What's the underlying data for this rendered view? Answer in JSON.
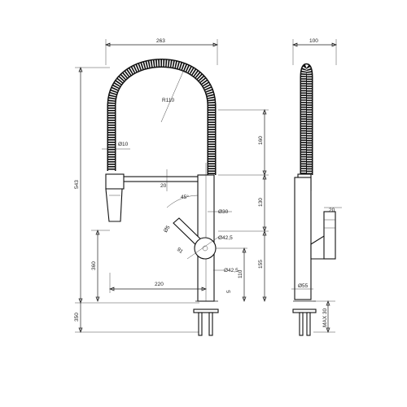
{
  "drawing": {
    "front_view": {
      "labels": {
        "width_263": "263",
        "height_543": "543",
        "height_350": "350",
        "radius": "R110",
        "dia_10": "Ø10",
        "dim_20_spray": "20",
        "angle_45": "45°",
        "dim_160": "160",
        "dim_130": "130",
        "dia_30": "Ø30",
        "dia_5": "Ø5",
        "dia_42_5_top": "Ø42,5",
        "dim_91": "91",
        "dia_42_5_base": "Ø42,5",
        "dim_155": "155",
        "dim_110": "110",
        "dim_360": "360",
        "dim_220": "220",
        "dim_5": "5"
      }
    },
    "side_view": {
      "labels": {
        "width_100": "100",
        "dim_20": "20",
        "dia_55": "Ø55",
        "max_30": "MAX 30"
      }
    }
  }
}
